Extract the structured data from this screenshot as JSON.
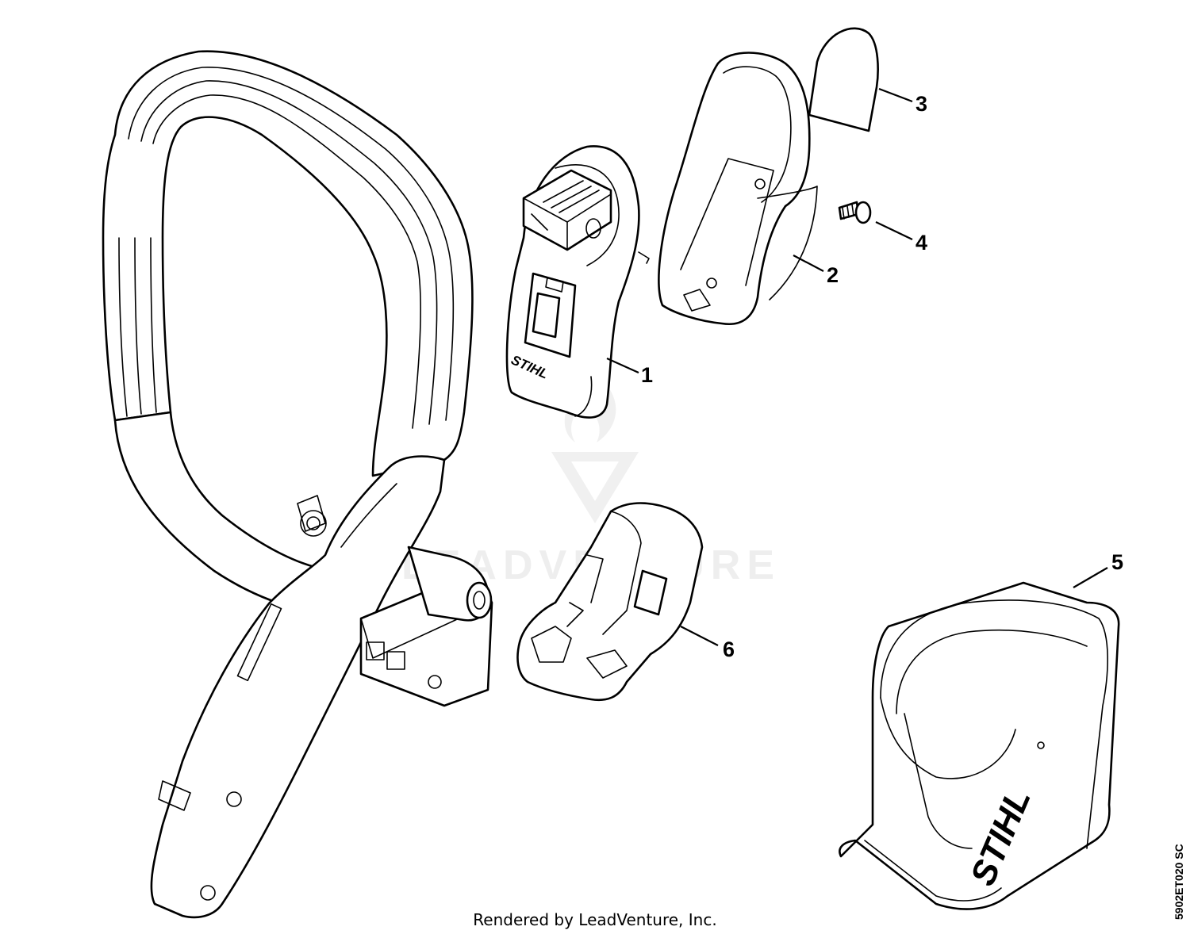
{
  "watermark": {
    "brand_text": "LEADVENTURE"
  },
  "callouts": [
    {
      "id": "1",
      "label": "1"
    },
    {
      "id": "2",
      "label": "2"
    },
    {
      "id": "3",
      "label": "3"
    },
    {
      "id": "4",
      "label": "4"
    },
    {
      "id": "5",
      "label": "5"
    },
    {
      "id": "6",
      "label": "6"
    }
  ],
  "logos": {
    "switch_housing": "STIHL",
    "cover": "STIHL"
  },
  "footer": {
    "rendered_by": "Rendered by LeadVenture, Inc."
  },
  "drawing_code": "5902ET020 SC",
  "colors": {
    "line": "#000000",
    "background": "#ffffff",
    "watermark": "#eeeeee"
  }
}
